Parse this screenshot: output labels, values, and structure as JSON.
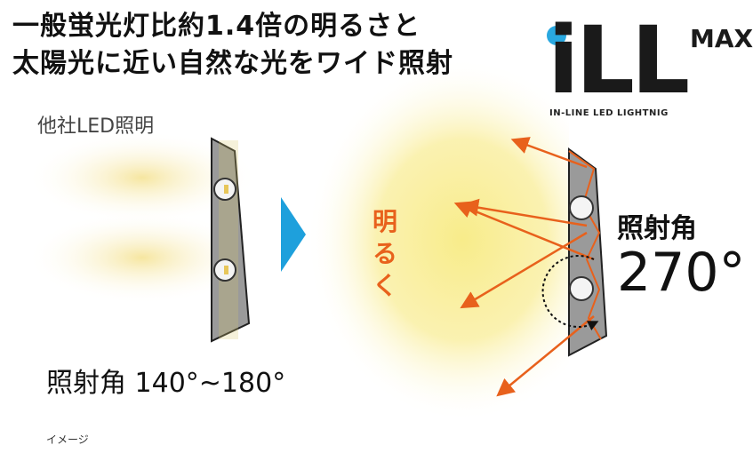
{
  "headline": {
    "line1": "一般蛍光灯比約1.4倍の明るさと",
    "line2": "太陽光に近い自然な光をワイド照射"
  },
  "other": {
    "label": "他社LED照明",
    "angle": "照射角 140°~180°"
  },
  "ill": {
    "bright_text": "明るく",
    "angle_label": "照射角",
    "angle_value": "270°"
  },
  "logo": {
    "main": "iLL",
    "max": "MAX",
    "sub": "IN-LINE LED LIGHTNIG",
    "dot_color": "#29a8e0"
  },
  "note": "イメージ",
  "colors": {
    "arrow": "#e8611c",
    "glow": "#f7eba0",
    "next_arrow": "#1ea0dc"
  },
  "icons": {
    "next": "triangle-right-icon"
  }
}
